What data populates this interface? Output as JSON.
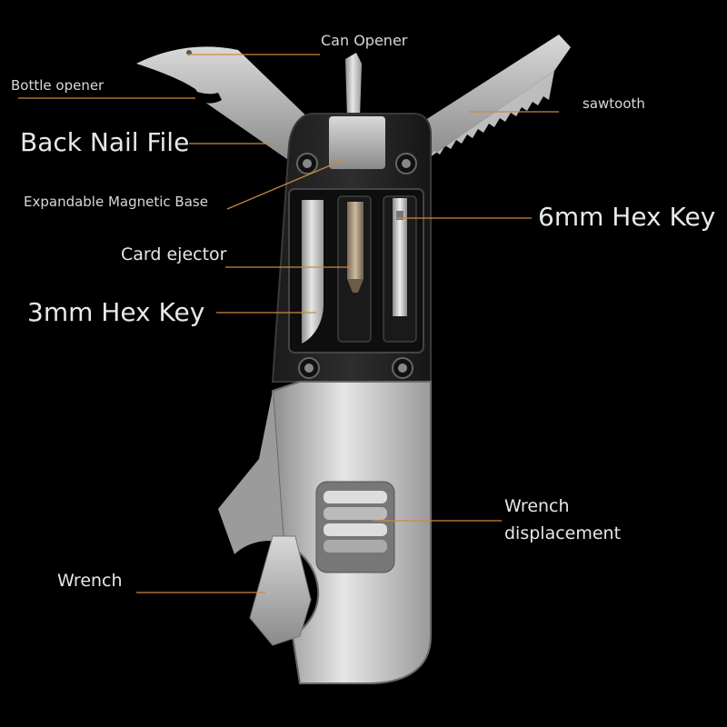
{
  "labels": {
    "can_opener": "Can Opener",
    "bottle_opener": "Bottle opener",
    "sawtooth": "sawtooth",
    "back_nail_file": "Back Nail File",
    "expandable_magnetic_base": "Expandable Magnetic Base",
    "hex_key_6mm": "6mm Hex Key",
    "card_ejector": "Card ejector",
    "hex_key_3mm": "3mm Hex Key",
    "wrench_displacement_line1": "Wrench",
    "wrench_displacement_line2": "displacement",
    "wrench": "Wrench"
  },
  "colors": {
    "background": "#000000",
    "leader_line": "#c98a3c",
    "label_text": "#e0e0e0"
  }
}
